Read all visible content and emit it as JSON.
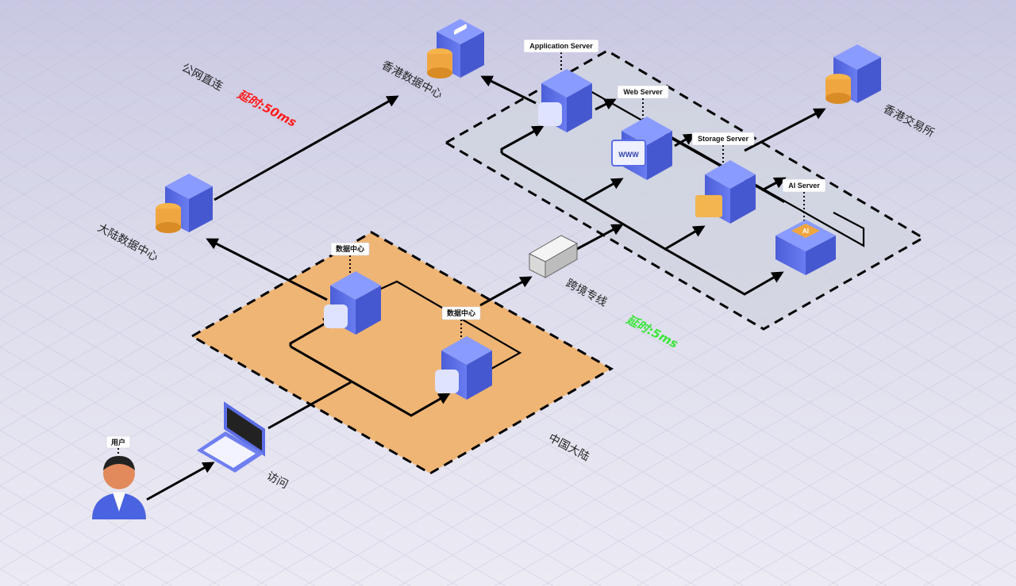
{
  "labels": {
    "public_direct": "公网直连",
    "latency_public": "延时:50ms",
    "hk_datacenter": "香港数据中心",
    "mainland_datacenter": "大陆数据中心",
    "cross_border": "跨境专线",
    "latency_cross": "延时:5ms",
    "mainland_china": "中国大陆",
    "hk_exchange": "香港交易所",
    "access": "访问"
  },
  "tags": {
    "user": "用户",
    "dc1": "数据中心",
    "dc2": "数据中心",
    "app_server": "Application Server",
    "web_server": "Web Server",
    "storage_server": "Storage Server",
    "ai_server": "AI Server"
  },
  "icon_glyphs": {
    "www": "WWW",
    "ai": "AI"
  },
  "colors": {
    "server_blue": "#5b6ee6",
    "server_top": "#8a9bff",
    "db_orange": "#f0a640",
    "mainland_zone": "#efb574",
    "hk_zone": "#cfd3df",
    "latency_red": "#ff1b1b",
    "latency_green": "#39e639"
  }
}
